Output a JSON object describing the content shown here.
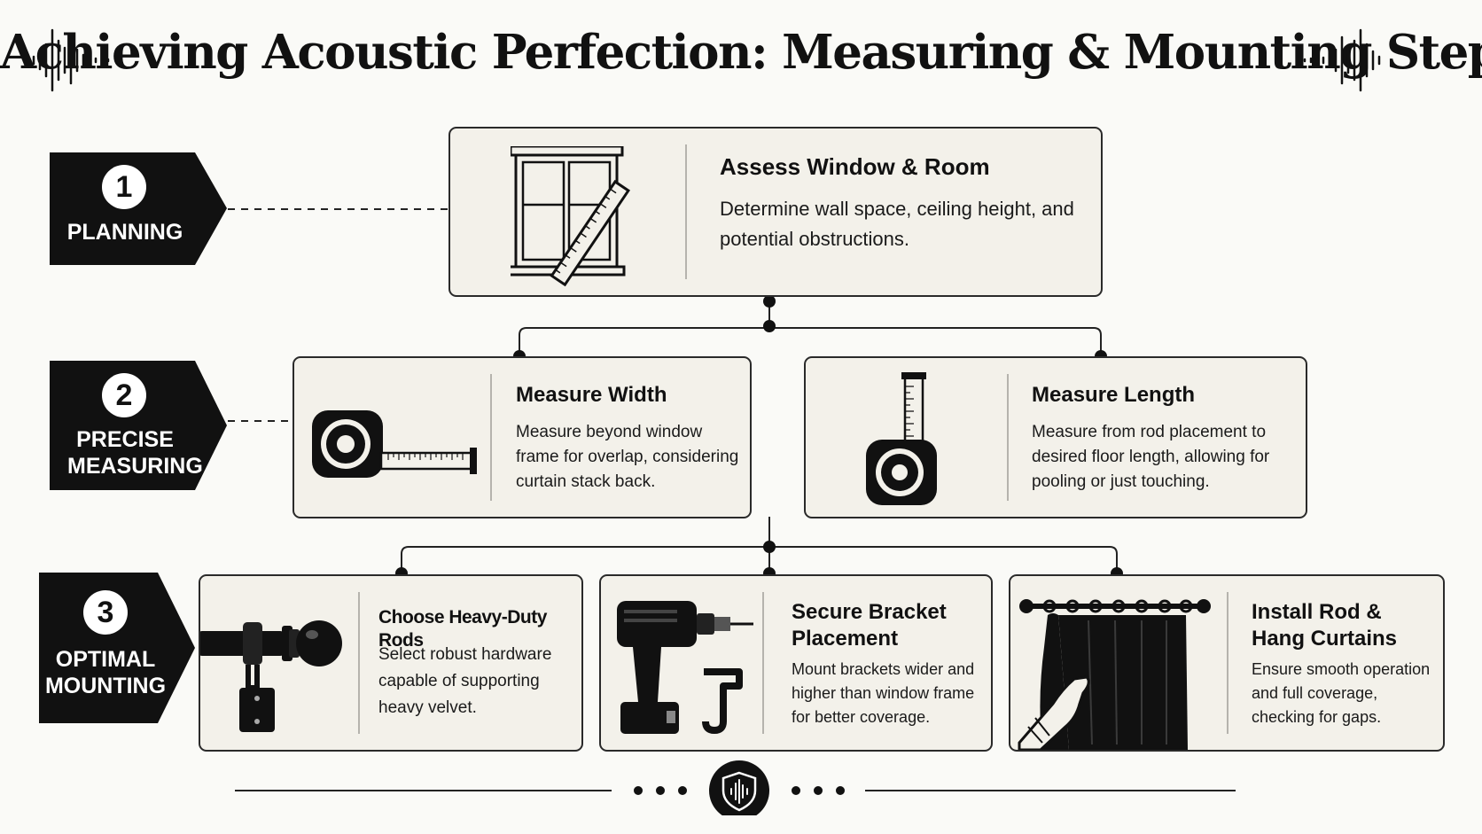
{
  "title": "Achieving Acoustic Perfection: Measuring & Mounting Steps",
  "colors": {
    "ink": "#111111",
    "card_bg": "#f3f1ea",
    "page_bg": "#fafaf7",
    "badge_bg": "#111111"
  },
  "stages": [
    {
      "number": "1",
      "label": "PLANNING"
    },
    {
      "number": "2",
      "label": "PRECISE MEASURING"
    },
    {
      "number": "3",
      "label": "OPTIMAL MOUNTING"
    }
  ],
  "steps": [
    {
      "icon": "window-ruler-icon",
      "title": "Assess Window & Room",
      "text": "Determine wall space, ceiling height, and potential obstructions."
    },
    {
      "icon": "tape-measure-horizontal-icon",
      "title": "Measure Width",
      "text": "Measure beyond window frame for overlap, considering curtain stack back."
    },
    {
      "icon": "tape-measure-vertical-icon",
      "title": "Measure Length",
      "text": "Measure from rod placement to desired floor length, allowing for pooling or just touching."
    },
    {
      "icon": "curtain-rod-finial-icon",
      "title": "Choose Heavy-Duty Rods",
      "text": "Select robust hardware capable of supporting heavy velvet."
    },
    {
      "icon": "drill-bracket-icon",
      "title": "Secure Bracket Placement",
      "text": "Mount brackets wider and higher than window frame for better coverage."
    },
    {
      "icon": "curtain-hand-icon",
      "title": "Install Rod & Hang Curtains",
      "text": "Ensure smooth operation and full coverage, checking for gaps."
    }
  ],
  "footer": {
    "icon": "shield-sound-icon"
  }
}
